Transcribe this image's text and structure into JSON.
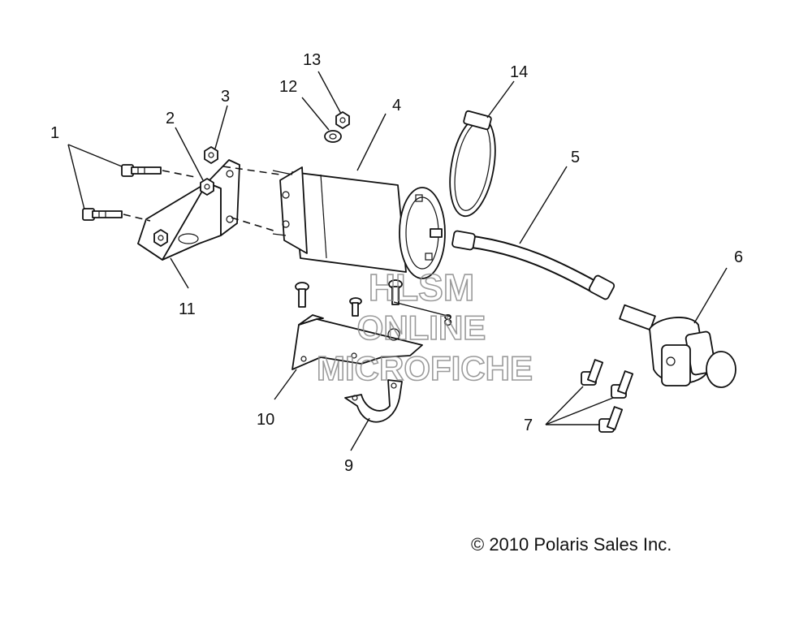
{
  "callouts": {
    "c1": "1",
    "c2": "2",
    "c3": "3",
    "c4": "4",
    "c5": "5",
    "c6": "6",
    "c7": "7",
    "c8": "8",
    "c9": "9",
    "c10": "10",
    "c11": "11",
    "c12": "12",
    "c13": "13",
    "c14": "14"
  },
  "watermark": {
    "line1": "HLSM",
    "line2": "ONLINE",
    "line3": "MICROFICHE"
  },
  "copyright": "© 2010 Polaris Sales Inc.",
  "colors": {
    "ink": "#111111",
    "watermark": "#8a8a8a",
    "background": "#ffffff"
  }
}
